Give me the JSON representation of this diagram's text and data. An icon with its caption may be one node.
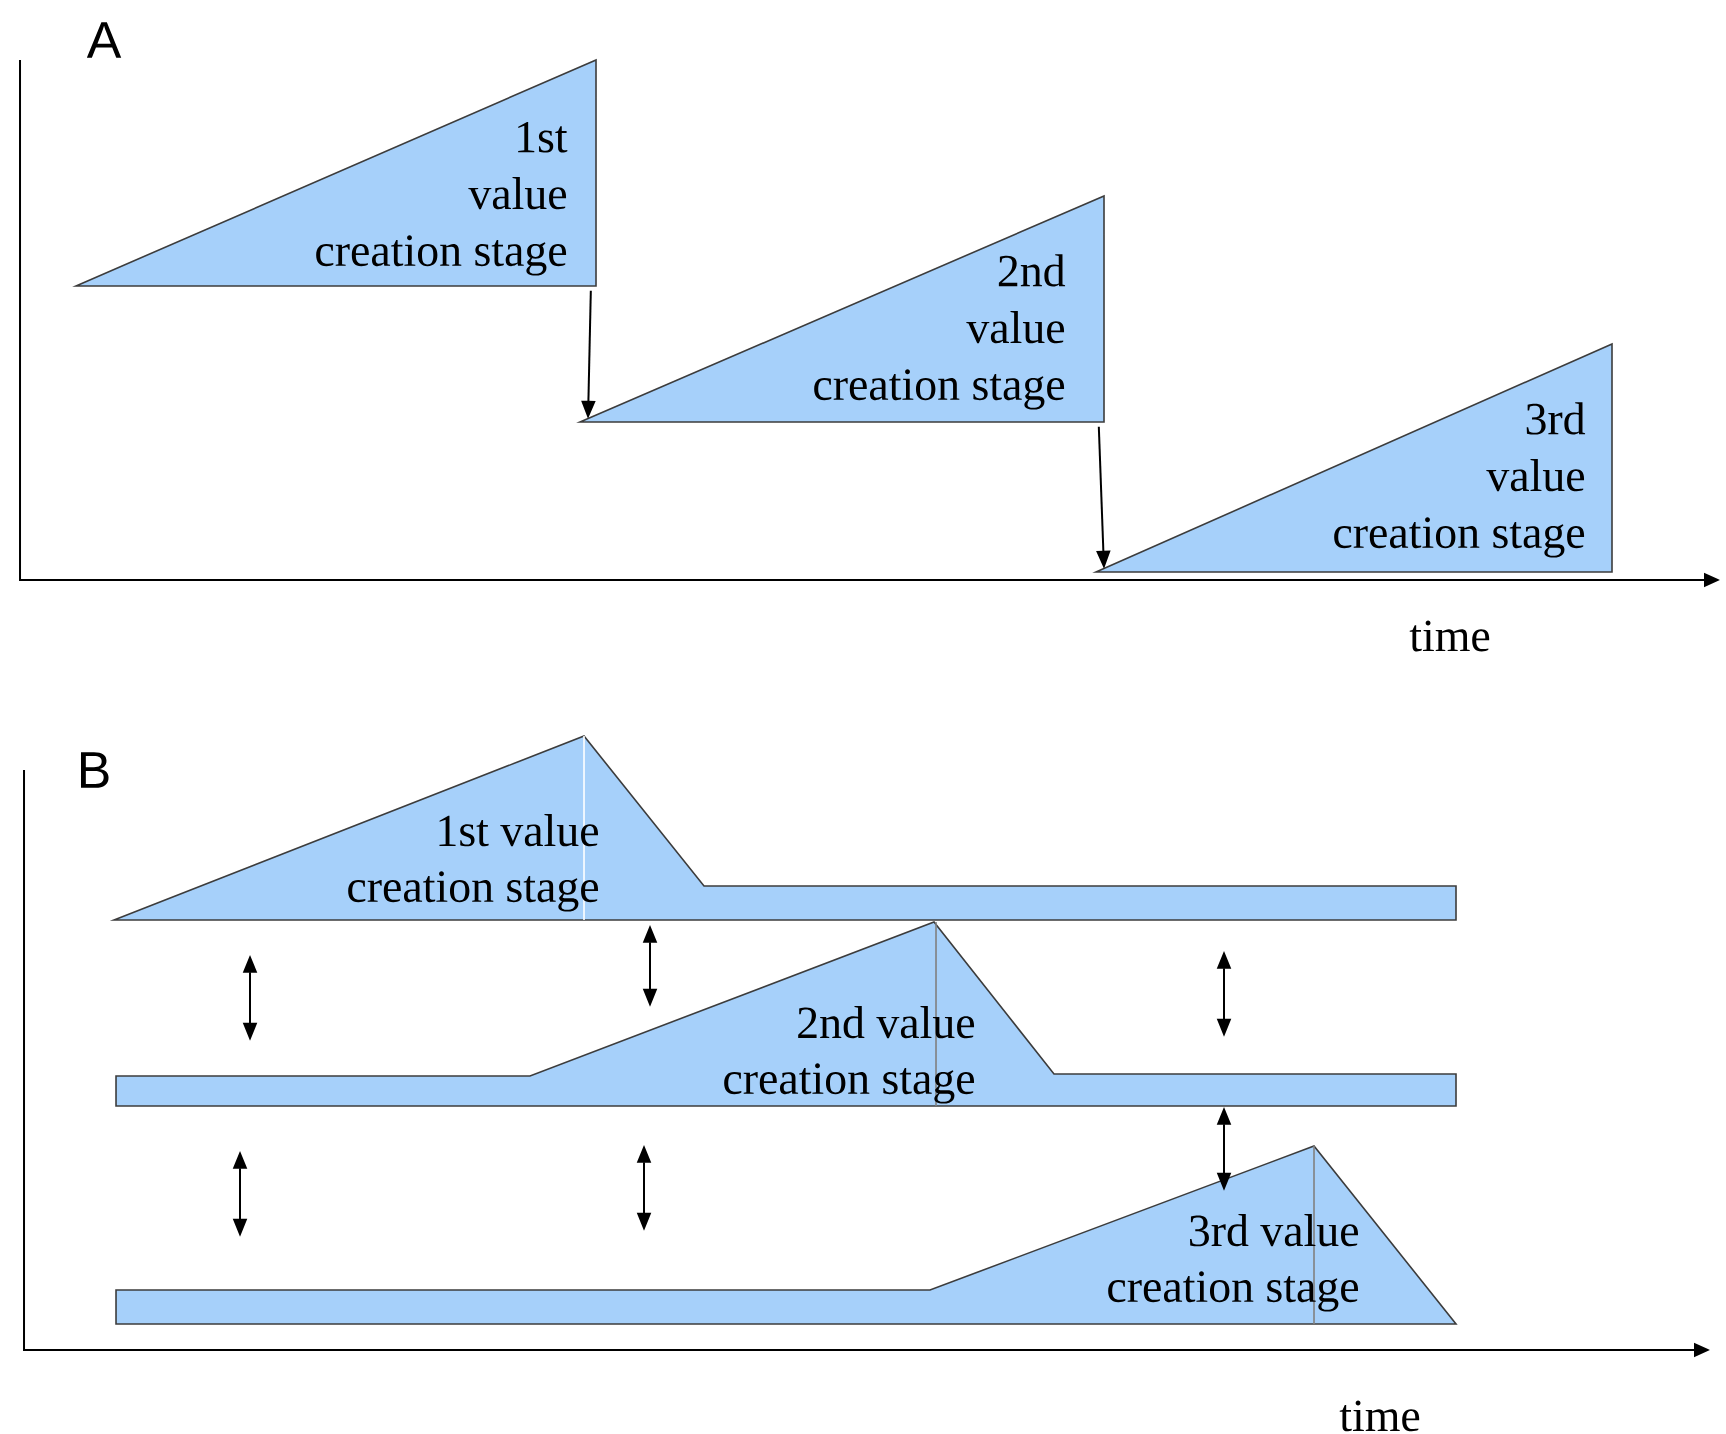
{
  "diagram": {
    "nodes": [
      {
        "text": [
          "1st value creation stage"
        ]
      },
      {
        "text": [
          "2nd value creation stage"
        ]
      },
      {
        "text": [
          "3rd value creation stage"
        ]
      },
      {
        "text": [
          "1st value creation stage"
        ]
      },
      {
        "text": [
          "2nd value creation stage"
        ]
      },
      {
        "text": [
          "3rd value creation stage"
        ]
      }
    ],
    "edges": [
      {
        "from": 0,
        "to": 1,
        "arrow": "to"
      },
      {
        "from": 1,
        "to": 2,
        "arrow": "to"
      },
      {
        "from": 3,
        "to": 4,
        "arrow": "both"
      },
      {
        "from": 3,
        "to": 4,
        "arrow": "both"
      },
      {
        "from": 3,
        "to": 4,
        "arrow": "both"
      },
      {
        "from": 4,
        "to": 5,
        "arrow": "both"
      },
      {
        "from": 4,
        "to": 5,
        "arrow": "both"
      },
      {
        "from": 4,
        "to": 5,
        "arrow": "both"
      }
    ],
    "labels": [
      "A",
      "time",
      "B",
      "time"
    ]
  }
}
